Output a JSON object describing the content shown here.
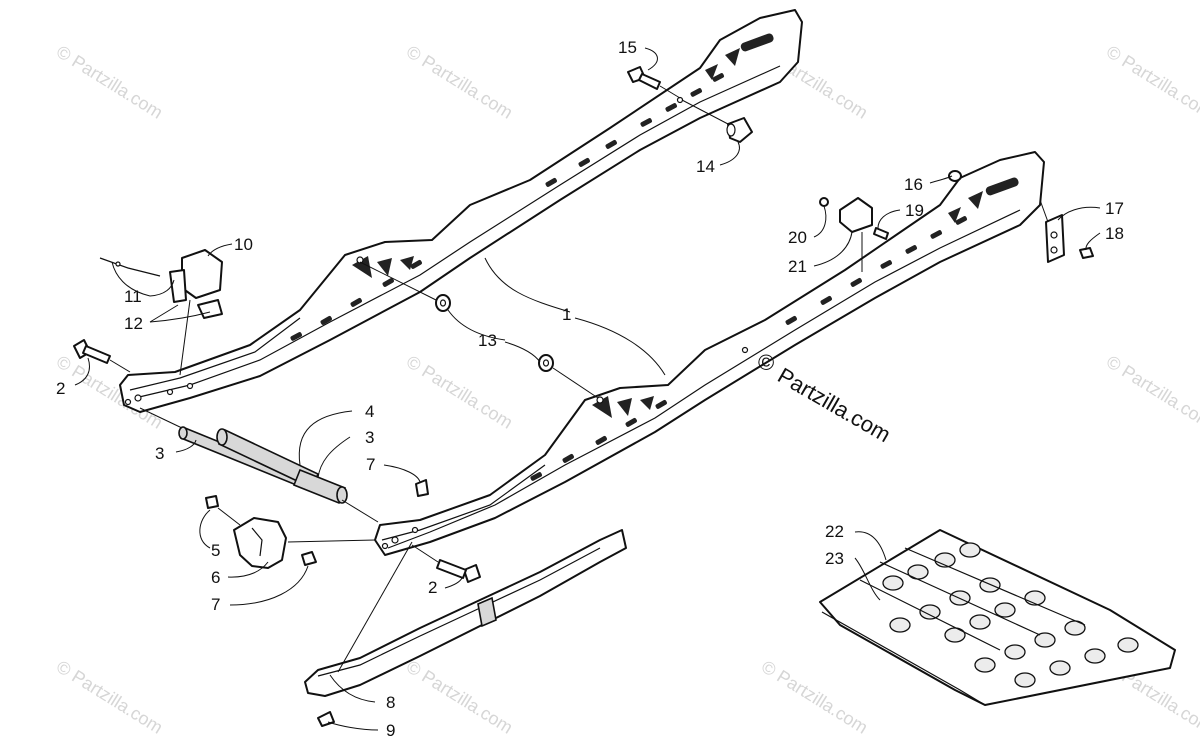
{
  "brand": {
    "symbol": "©",
    "text": "Partzilla.com"
  },
  "watermark_text": "© Partzilla.com",
  "callouts": [
    {
      "id": "c1",
      "label": "1"
    },
    {
      "id": "c2a",
      "label": "2"
    },
    {
      "id": "c2b",
      "label": "2"
    },
    {
      "id": "c3a",
      "label": "3"
    },
    {
      "id": "c3b",
      "label": "3"
    },
    {
      "id": "c4",
      "label": "4"
    },
    {
      "id": "c5",
      "label": "5"
    },
    {
      "id": "c6",
      "label": "6"
    },
    {
      "id": "c7a",
      "label": "7"
    },
    {
      "id": "c7b",
      "label": "7"
    },
    {
      "id": "c8",
      "label": "8"
    },
    {
      "id": "c9",
      "label": "9"
    },
    {
      "id": "c10",
      "label": "10"
    },
    {
      "id": "c11",
      "label": "11"
    },
    {
      "id": "c12",
      "label": "12"
    },
    {
      "id": "c13",
      "label": "13"
    },
    {
      "id": "c14",
      "label": "14"
    },
    {
      "id": "c15",
      "label": "15"
    },
    {
      "id": "c16",
      "label": "16"
    },
    {
      "id": "c17",
      "label": "17"
    },
    {
      "id": "c18",
      "label": "18"
    },
    {
      "id": "c19",
      "label": "19"
    },
    {
      "id": "c20",
      "label": "20"
    },
    {
      "id": "c21",
      "label": "21"
    },
    {
      "id": "c22",
      "label": "22"
    },
    {
      "id": "c23",
      "label": "23"
    }
  ],
  "colors": {
    "line": "#111111",
    "watermark": "#d6d6d6",
    "background": "#ffffff"
  }
}
